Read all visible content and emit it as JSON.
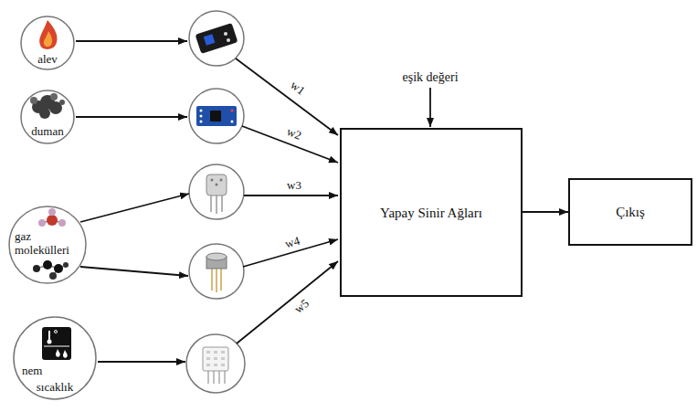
{
  "diagram": {
    "nodes": [
      {
        "text": [
          "alev"
        ]
      },
      {
        "text": [
          "duman"
        ]
      },
      {
        "text": [
          "gaz molekülleri"
        ]
      },
      {
        "text": [
          "nem",
          "sıcaklık"
        ]
      },
      {
        "text": [
          "Yapay Sinir Ağları"
        ]
      },
      {
        "text": [
          "Çıkış"
        ]
      }
    ],
    "edges": [
      {
        "from": 4,
        "to": 5,
        "arrow": "to"
      }
    ],
    "labels": [
      "w1",
      "w2",
      "w3",
      "w4",
      "w5",
      "eşik değeri"
    ]
  }
}
